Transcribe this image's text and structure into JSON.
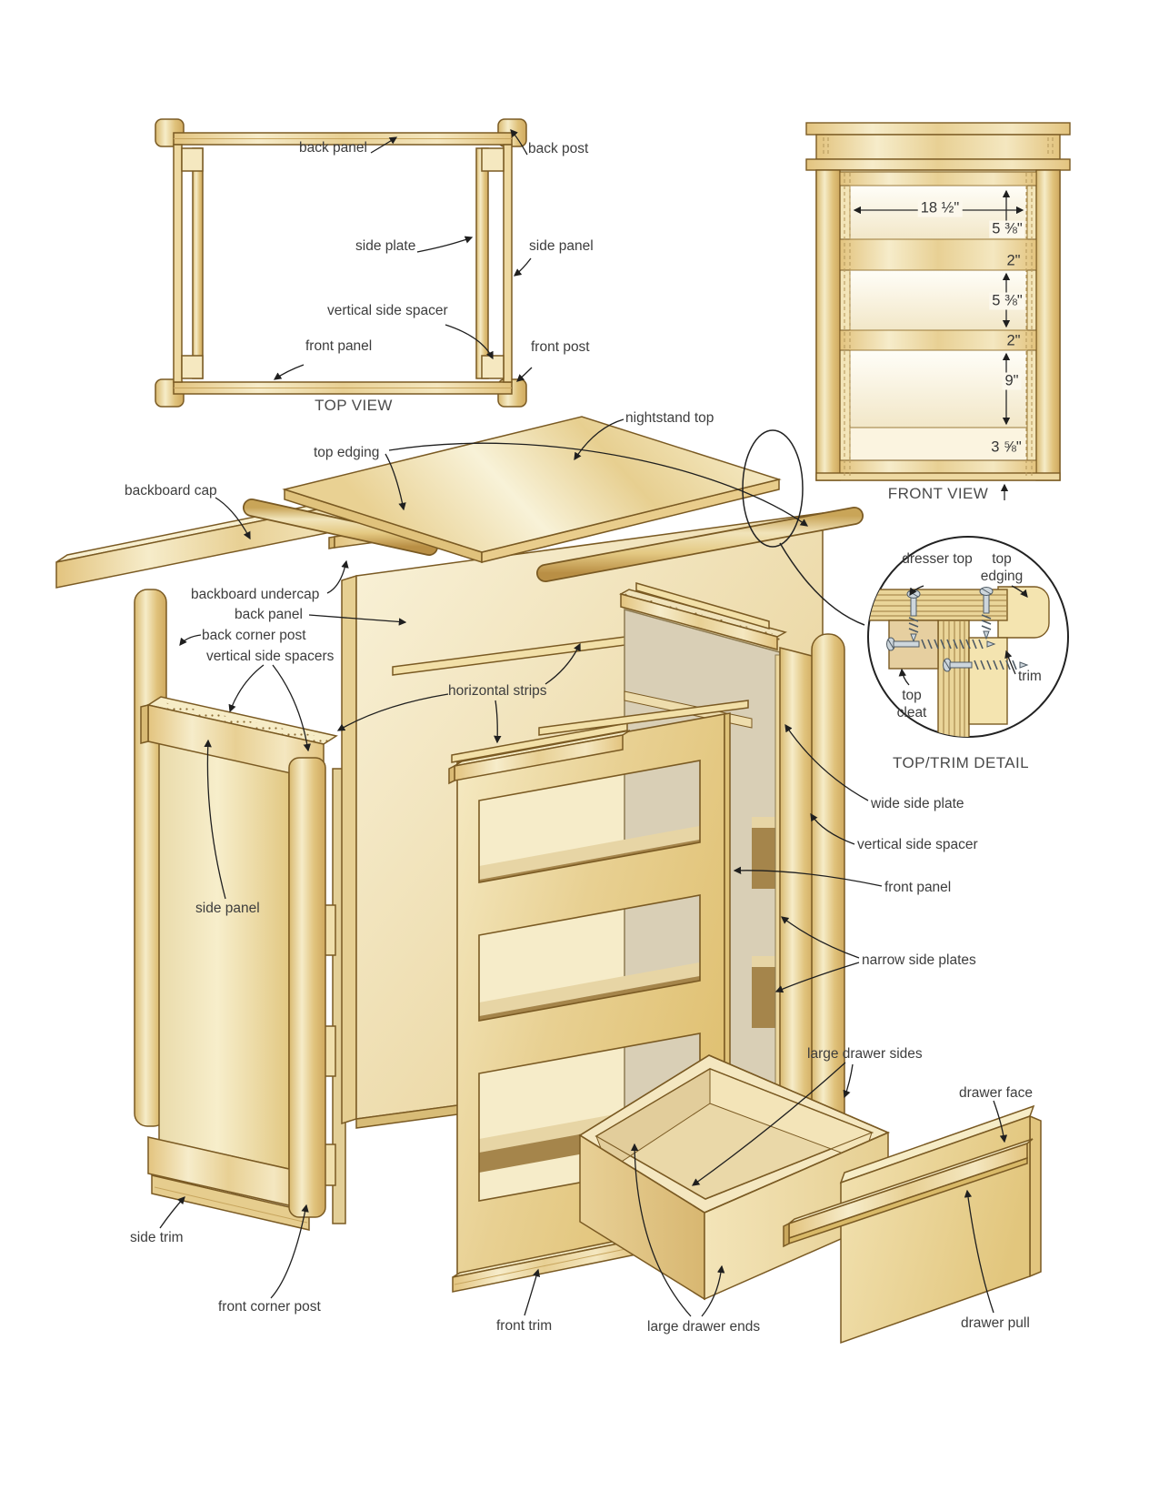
{
  "palette": {
    "wood_light": "#f7eecb",
    "wood_mid": "#ecd79e",
    "wood_dark": "#d9ba74",
    "outline": "#7a5a23",
    "interior_gray": "#d9cfb6",
    "shadow_brown": "#a5854b",
    "leader": "#1f1f1f",
    "text": "#3d3d3d",
    "paper": "#ffffff"
  },
  "top_view": {
    "caption": "TOP VIEW",
    "labels": {
      "back_panel": "back panel",
      "back_post": "back post",
      "side_plate": "side plate",
      "side_panel": "side panel",
      "vertical_side_spacer": "vertical side spacer",
      "front_panel": "front panel",
      "front_post": "front post"
    }
  },
  "front_view": {
    "caption": "FRONT VIEW",
    "dimensions": {
      "opening_width": "18 ½\"",
      "top_drawer_height": "5 ⅜\"",
      "rail_a": "2\"",
      "middle_drawer_height": "5 ⅜\"",
      "rail_b": "2\"",
      "bottom_drawer_height": "9\"",
      "base_height": "3 ⅝\""
    }
  },
  "exploded_view": {
    "labels": {
      "nightstand_top": "nightstand top",
      "top_edging": "top edging",
      "backboard_cap": "backboard cap",
      "backboard_undercap": "backboard undercap",
      "back_panel": "back panel",
      "back_corner_post": "back corner post",
      "vertical_side_spacers": "vertical side spacers",
      "horizontal_strips": "horizontal strips",
      "side_panel": "side panel",
      "wide_side_plate": "wide side plate",
      "vertical_side_spacer": "vertical side spacer",
      "front_panel": "front panel",
      "narrow_side_plates": "narrow side plates",
      "large_drawer_sides": "large drawer sides",
      "drawer_face": "drawer face",
      "side_trim": "side trim",
      "front_corner_post": "front corner post",
      "front_trim": "front trim",
      "large_drawer_ends": "large drawer ends",
      "drawer_pull": "drawer pull"
    }
  },
  "detail": {
    "caption": "TOP/TRIM DETAIL",
    "labels": {
      "dresser_top": "dresser top",
      "top_edging": "top edging",
      "top_cleat": "top cleat",
      "trim": "trim"
    }
  }
}
